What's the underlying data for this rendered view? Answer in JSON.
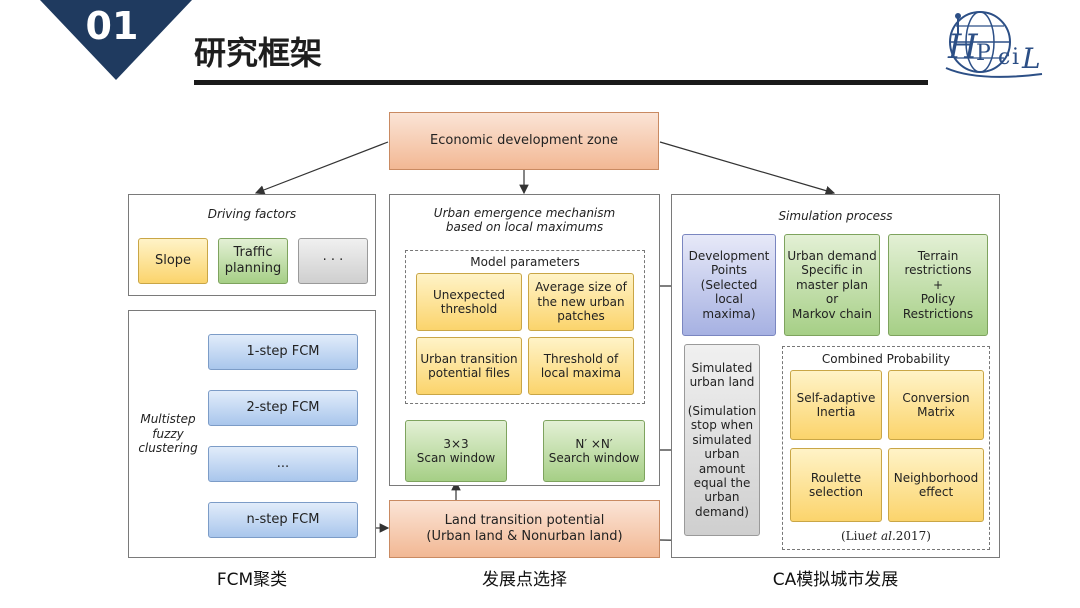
{
  "header": {
    "section_number": "01",
    "title": "研究框架",
    "accent_color": "#1f3a5f",
    "logo_alt": "HPCIL"
  },
  "diagram": {
    "top_box": "Economic development zone",
    "left_panel": {
      "title": "Driving factors",
      "factors": [
        "Slope",
        "Traffic\nplanning",
        "· · ·"
      ],
      "side_label": "Multistep\nfuzzy\nclustering",
      "steps": [
        "1-step FCM",
        "2-step FCM",
        "...",
        "n-step FCM"
      ]
    },
    "middle_panel": {
      "title": "Urban emergence mechanism\nbased on local maximums",
      "params_title": "Model parameters",
      "params": [
        "Unexpected\nthreshold",
        "Average size of\nthe new urban\npatches",
        "Urban transition\npotential files",
        "Threshold of\nlocal maxima"
      ],
      "scan_window": "3×3\nScan window",
      "search_window": "N′ ×N′\nSearch window"
    },
    "bottom_box": "Land transition potential\n(Urban land & Nonurban land)",
    "right_panel": {
      "title": "Simulation process",
      "development_points": "Development\nPoints\n(Selected\nlocal\nmaxima)",
      "urban_demand": "Urban demand\nSpecific in\nmaster plan\nor\nMarkov chain",
      "restrictions": "Terrain\nrestrictions\n+\nPolicy\nRestrictions",
      "simulated_land": "Simulated\nurban land\n\n(Simulation\nstop when\nsimulated\nurban\namount\nequal the\nurban\ndemand)",
      "combined_title": "Combined Probability",
      "combined": [
        "Self-adaptive\nInertia",
        "Conversion\nMatrix",
        "Roulette\nselection",
        "Neighborhood\neffect"
      ],
      "citation_pre": "(Liu ",
      "citation_em": "et al.",
      "citation_post": " 2017)"
    }
  },
  "captions": [
    "FCM聚类",
    "发展点选择",
    "CA模拟城市发展"
  ]
}
